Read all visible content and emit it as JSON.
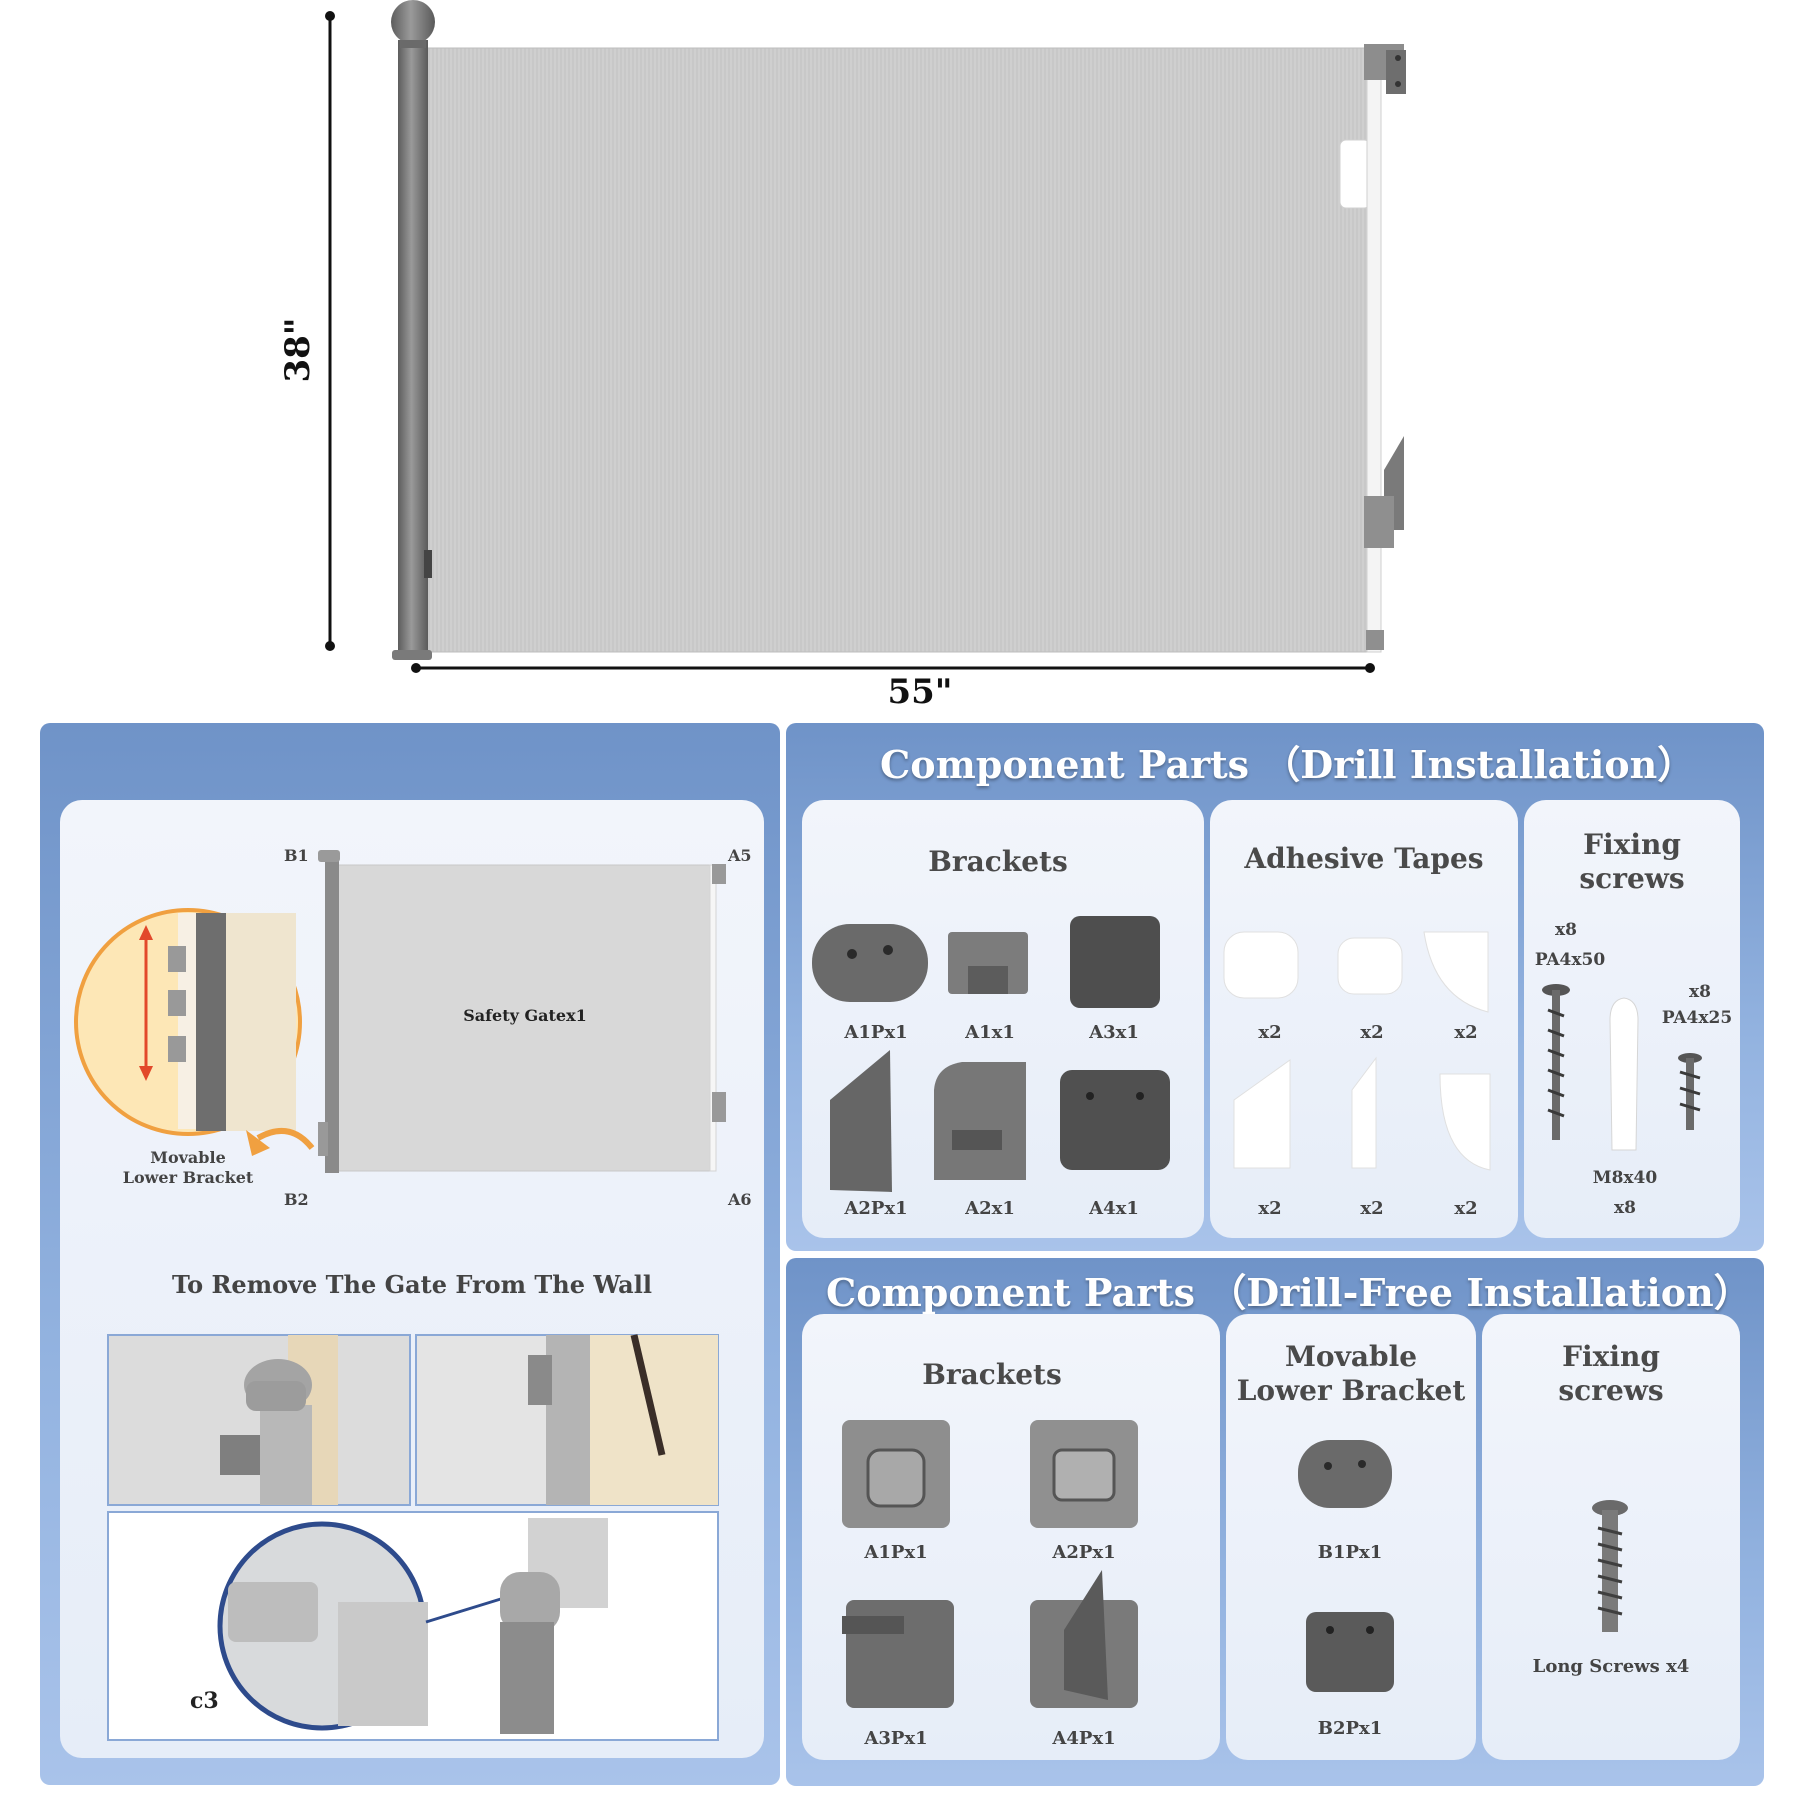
{
  "dimensions": {
    "height": "38\"",
    "width": "55\""
  },
  "left_panel": {
    "gate_label": "Safety Gatex1",
    "corner_labels": {
      "b1": "B1",
      "a5": "A5",
      "b2": "B2",
      "a6": "A6"
    },
    "movable_bracket_label_1": "Movable",
    "movable_bracket_label_2": "Lower Bracket",
    "remove_title": "To Remove The Gate From The Wall",
    "c3_label": "c3"
  },
  "drill_section": {
    "title": "Component Parts （Drill Installation）",
    "brackets": {
      "title": "Brackets",
      "items": [
        "A1Px1",
        "A1x1",
        "A3x1",
        "A2Px1",
        "A2x1",
        "A4x1"
      ]
    },
    "tapes": {
      "title": "Adhesive Tapes",
      "items": [
        "x2",
        "x2",
        "x2",
        "x2",
        "x2",
        "x2"
      ]
    },
    "screws": {
      "title_1": "Fixing",
      "title_2": "screws",
      "qty_a": "x8",
      "name_a": "PA4x50",
      "qty_b": "x8",
      "name_b": "PA4x25",
      "anchor_name": "M8x40",
      "anchor_qty": "x8"
    }
  },
  "drillfree_section": {
    "title": "Component Parts （Drill-Free Installation）",
    "brackets": {
      "title": "Brackets",
      "items": [
        "A1Px1",
        "A2Px1",
        "A3Px1",
        "A4Px1"
      ]
    },
    "movable": {
      "title_1": "Movable",
      "title_2": "Lower Bracket",
      "items": [
        "B1Px1",
        "B2Px1"
      ]
    },
    "screws": {
      "title_1": "Fixing",
      "title_2": "screws",
      "label": "Long Screws x4"
    }
  }
}
